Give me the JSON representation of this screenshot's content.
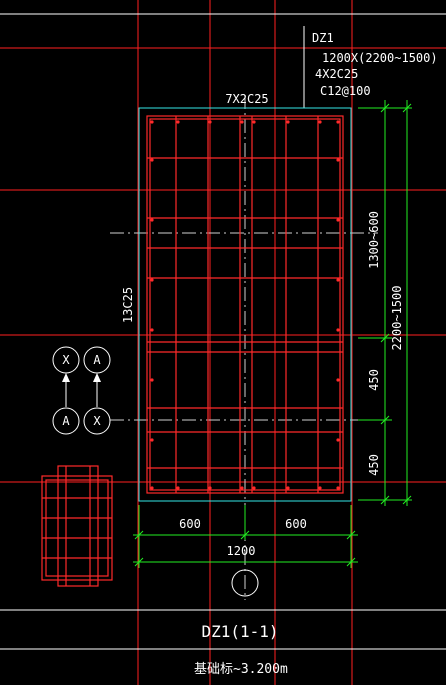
{
  "drawing": {
    "leader": {
      "id": "DZ1",
      "size": "1200X(2200~1500)",
      "main_bars": "4X2C25",
      "stirrup": "C12@100"
    },
    "top_bars": "7X2C25",
    "side_bars": "13C25",
    "dims_right": {
      "d1": "1300~600",
      "d2": "450",
      "d3": "450",
      "overall": "2200~1500"
    },
    "dims_bottom": {
      "left": "600",
      "right": "600",
      "total": "1200"
    },
    "markers": {
      "top_left": "X",
      "top_right": "A",
      "bottom_left": "A",
      "bottom_right": "X"
    },
    "title": "DZ1(1-1)",
    "elevation": "基础标~3.200m"
  },
  "colors": {
    "background": "#000000",
    "grid": "#ff2020",
    "outline": "#33e6e6",
    "rebar": "#ff2a2a",
    "dimension": "#22ee22",
    "text": "#ffffff"
  }
}
